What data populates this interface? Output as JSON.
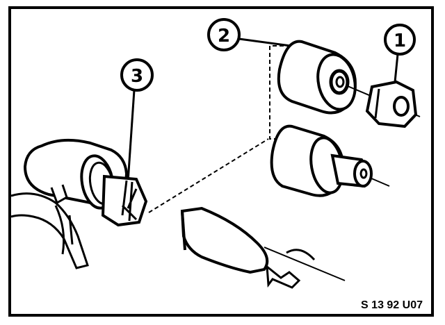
{
  "callouts": [
    {
      "id": "1",
      "label": "1"
    },
    {
      "id": "2",
      "label": "2"
    },
    {
      "id": "3",
      "label": "3"
    }
  ],
  "figure_code": "S 13 92 U07",
  "colors": {
    "ink": "#000000",
    "paper": "#ffffff"
  }
}
